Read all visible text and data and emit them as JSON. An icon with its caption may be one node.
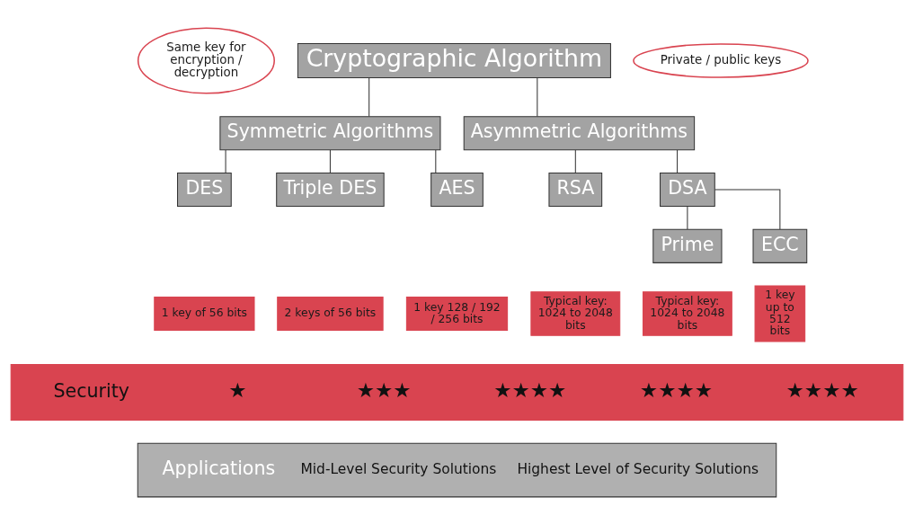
{
  "diagram": {
    "nodes": [
      {
        "text": [
          "Same key for encryption / decryption"
        ]
      },
      {
        "text": [
          "Cryptographic Algorithm"
        ]
      },
      {
        "text": [
          "Private / public keys"
        ]
      },
      {
        "text": [
          "Symmetric Algorithms"
        ]
      },
      {
        "text": [
          "Asymmetric Algorithms"
        ]
      },
      {
        "text": [
          "DES"
        ]
      },
      {
        "text": [
          "Triple DES"
        ]
      },
      {
        "text": [
          "AES"
        ]
      },
      {
        "text": [
          "RSA"
        ]
      },
      {
        "text": [
          "DSA"
        ]
      },
      {
        "text": [
          "Prime"
        ]
      },
      {
        "text": [
          "ECC"
        ]
      },
      {
        "text": [
          "1 key of 56 bits"
        ]
      },
      {
        "text": [
          "2 keys of 56 bits"
        ]
      },
      {
        "text": [
          "1 key 128 / 192 / 256 bits"
        ]
      },
      {
        "text": [
          "Typical key: 1024 to 2048 bits"
        ]
      },
      {
        "text": [
          "Typical key: 1024 to 2048 bits"
        ]
      },
      {
        "text": [
          "1 key up to 512 bits"
        ]
      },
      {
        "text": [
          "Security",
          "★",
          "★★★",
          "★★★★",
          "★★★★",
          "★★★★"
        ]
      },
      {
        "text": [
          "Applications",
          "Mid-Level Security Solutions",
          "Highest Level of Security Solutions"
        ]
      }
    ],
    "edges": [
      {
        "from": 1,
        "to": 3,
        "arrow": "none"
      },
      {
        "from": 1,
        "to": 4,
        "arrow": "none"
      },
      {
        "from": 3,
        "to": 5,
        "arrow": "none"
      },
      {
        "from": 3,
        "to": 6,
        "arrow": "none"
      },
      {
        "from": 3,
        "to": 7,
        "arrow": "none"
      },
      {
        "from": 4,
        "to": 8,
        "arrow": "none"
      },
      {
        "from": 4,
        "to": 9,
        "arrow": "none"
      },
      {
        "from": 9,
        "to": 10,
        "arrow": "none"
      },
      {
        "from": 9,
        "to": 11,
        "arrow": "none"
      }
    ]
  }
}
